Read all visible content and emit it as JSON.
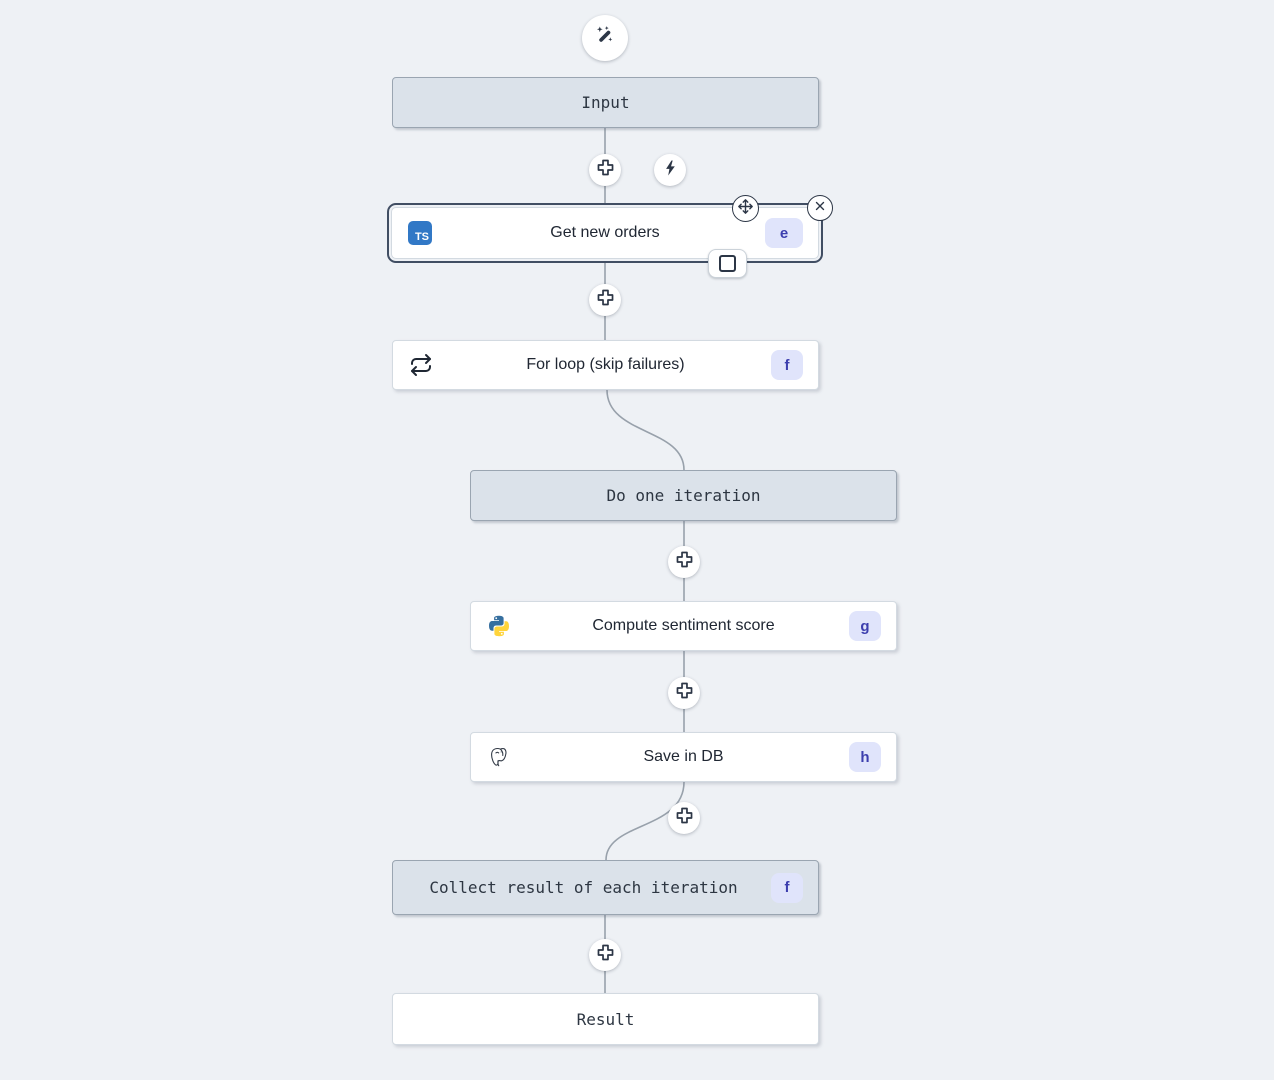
{
  "nodes": {
    "input": {
      "label": "Input",
      "type": "virtual"
    },
    "get_new_orders": {
      "label": "Get new orders",
      "badge": "e",
      "icon": "typescript-icon",
      "icon_text": "TS",
      "selected": true
    },
    "for_loop": {
      "label": "For loop (skip failures)",
      "badge": "f",
      "icon": "loop-icon"
    },
    "do_one_iteration": {
      "label": "Do one iteration",
      "type": "virtual"
    },
    "compute_sentiment_score": {
      "label": "Compute sentiment score",
      "badge": "g",
      "icon": "python-icon"
    },
    "save_in_db": {
      "label": "Save in DB",
      "badge": "h",
      "icon": "postgresql-icon"
    },
    "collect_result": {
      "label": "Collect result of each iteration",
      "badge": "f",
      "type": "virtual"
    },
    "result": {
      "label": "Result",
      "type": "white"
    }
  },
  "colors": {
    "canvas_bg": "#eef1f5",
    "virtual_node_bg": "#dbe2ea",
    "virtual_node_border": "#9aa5b1",
    "node_bg": "#ffffff",
    "node_border": "#d3dae1",
    "selected_outline": "#414e63",
    "badge_bg": "#e0e4fb",
    "badge_text": "#3c3eae",
    "typescript_blue": "#3178c6",
    "python_blue": "#366f9f",
    "python_yellow": "#ffd43b",
    "connector": "#98a1ab",
    "icon_dark": "#2c3646"
  }
}
